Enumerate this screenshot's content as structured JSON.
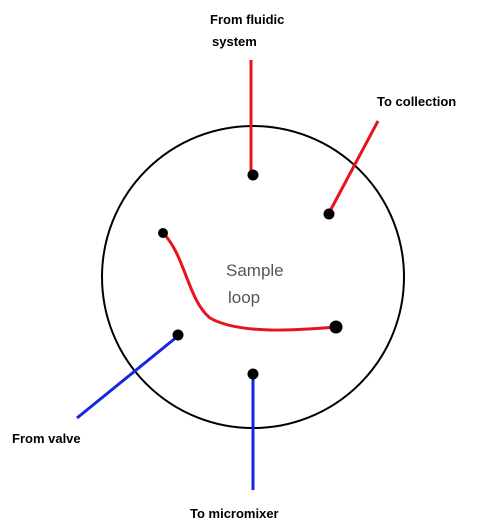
{
  "labels": {
    "from_fluidic_line1": "From fluidic",
    "from_fluidic_line2": "system",
    "to_collection": "To collection",
    "sample_loop_line1": "Sample",
    "sample_loop_line2": "loop",
    "from_valve": "From valve",
    "to_micromixer": "To micromixer"
  },
  "colors": {
    "valve_outline": "#000000",
    "port": "#000000",
    "red_line": "#e8141d",
    "blue_line": "#1428e0",
    "background": "#ffffff"
  }
}
